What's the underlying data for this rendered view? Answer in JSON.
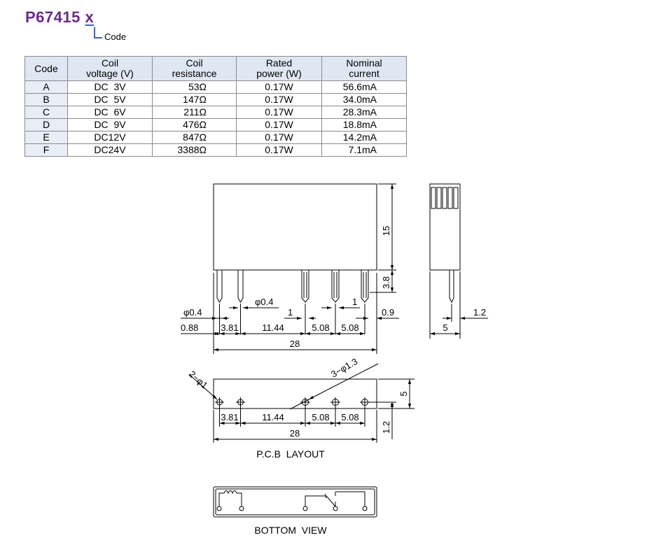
{
  "header": {
    "part_number": "P67415",
    "code_suffix": "x",
    "code_label": "Code"
  },
  "table": {
    "columns": [
      {
        "line1": "Code",
        "line2": ""
      },
      {
        "line1": "Coil",
        "line2": "voltage (V)"
      },
      {
        "line1": "Coil",
        "line2": "resistance"
      },
      {
        "line1": "Rated",
        "line2": "power (W)"
      },
      {
        "line1": "Nominal",
        "line2": "current"
      }
    ],
    "rows": [
      {
        "code": "A",
        "voltage": "DC  3V",
        "resistance": "53Ω",
        "power": "0.17W",
        "current": "56.6mA"
      },
      {
        "code": "B",
        "voltage": "DC  5V",
        "resistance": "147Ω",
        "power": "0.17W",
        "current": "34.0mA"
      },
      {
        "code": "C",
        "voltage": "DC  6V",
        "resistance": "211Ω",
        "power": "0.17W",
        "current": "28.3mA"
      },
      {
        "code": "D",
        "voltage": "DC  9V",
        "resistance": "476Ω",
        "power": "0.17W",
        "current": "18.8mA"
      },
      {
        "code": "E",
        "voltage": "DC12V",
        "resistance": "847Ω",
        "power": "0.17W",
        "current": "14.2mA"
      },
      {
        "code": "F",
        "voltage": "DC24V",
        "resistance": "3388Ω",
        "power": "0.17W",
        "current": "7.1mA"
      }
    ]
  },
  "front_view": {
    "height": "15",
    "pin_length": "3.8",
    "pin_dia_left": "φ0.4",
    "pin_dia_mid": "φ0.4",
    "pin_width_a": "1",
    "pin_width_b": "1",
    "right_margin": "0.9",
    "left_margin": "0.88",
    "pitch_1": "3.81",
    "pitch_2": "11.44",
    "pitch_3": "5.08",
    "pitch_4": "5.08",
    "total_length": "28"
  },
  "side_view": {
    "pin_offset": "1.2",
    "width": "5"
  },
  "pcb_layout": {
    "hole_small": "2−φ1",
    "hole_large": "3−φ1.3",
    "height": "5",
    "offset": "1.2",
    "pitch_1": "3.81",
    "pitch_2": "11.44",
    "pitch_3": "5.08",
    "pitch_4": "5.08",
    "total_length": "28",
    "caption": "P.C.B  LAYOUT"
  },
  "bottom_view": {
    "caption": "BOTTOM  VIEW"
  }
}
